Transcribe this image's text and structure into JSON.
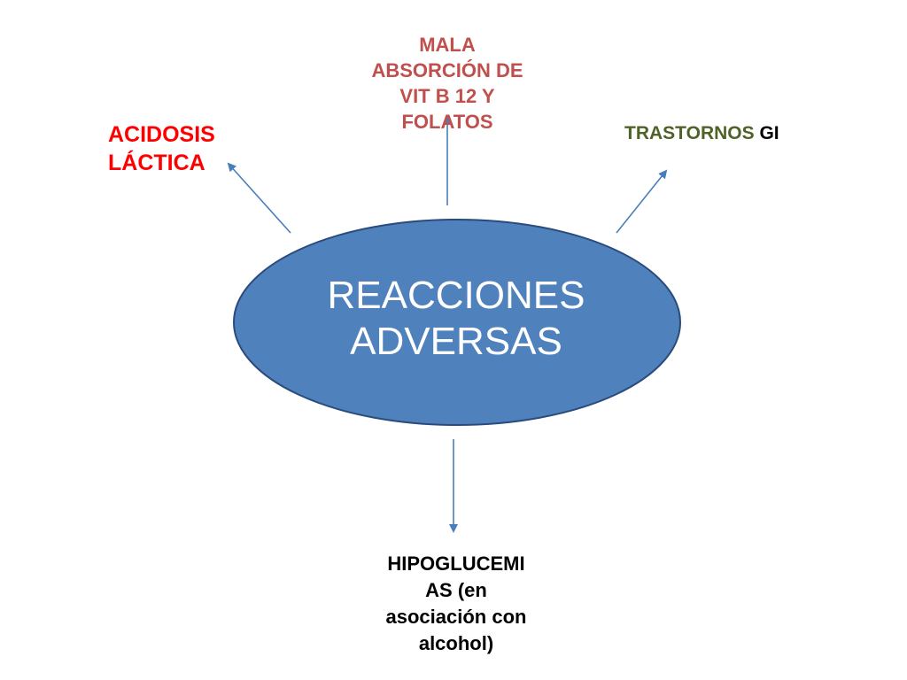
{
  "diagram": {
    "center": {
      "line1": "REACCIONES",
      "line2": "ADVERSAS"
    },
    "nodes": {
      "top": {
        "lines": [
          "MALA",
          "ABSORCIÓN DE",
          "VIT B 12 Y",
          "FOLATOS"
        ]
      },
      "left": {
        "lines": [
          "ACIDOSIS",
          "LÁCTICA"
        ]
      },
      "right": {
        "word1": "TRASTORNOS",
        "word2": "GI"
      },
      "bottom": {
        "lines": [
          "HIPOGLUCEMI",
          "AS (en",
          "asociación con",
          "alcohol)"
        ]
      }
    },
    "colors": {
      "ellipse_fill": "#4f81bd",
      "ellipse_stroke": "#2a4b7c",
      "arrow": "#4a7ebb",
      "top_text": "#c0504d",
      "left_text": "#ff0000",
      "right_text": "#4f6228",
      "bottom_text": "#000000"
    }
  }
}
